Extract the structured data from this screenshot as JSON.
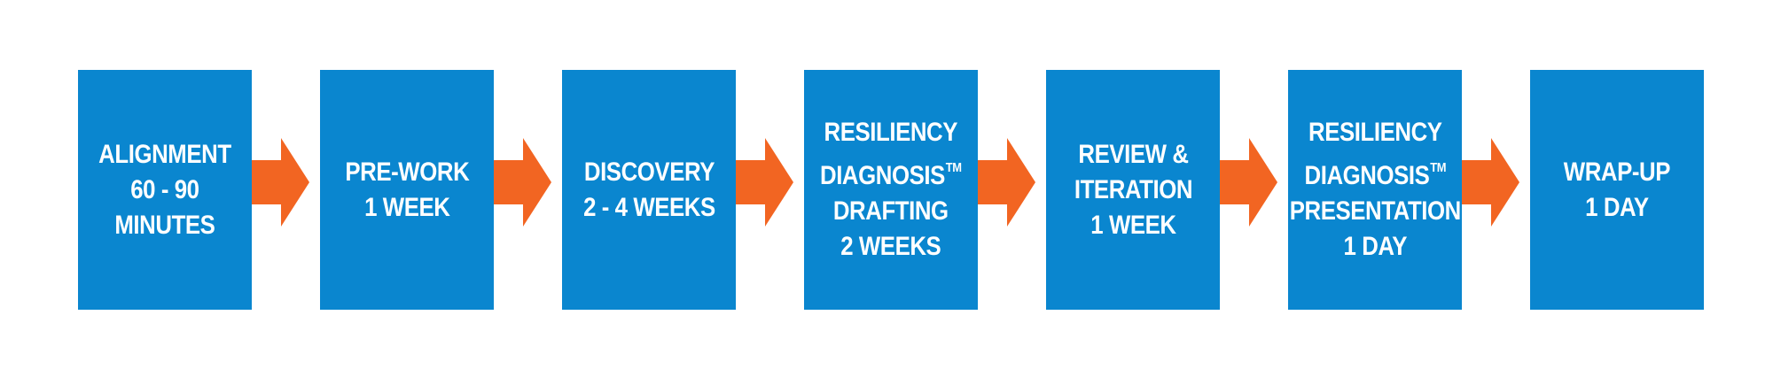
{
  "colors": {
    "box": "#0a86cf",
    "arrow": "#f26522",
    "text": "#ffffff"
  },
  "steps": [
    {
      "lines": [
        "ALIGNMENT",
        "60 - 90",
        "MINUTES"
      ]
    },
    {
      "lines": [
        "PRE-WORK",
        "1 WEEK"
      ]
    },
    {
      "lines": [
        "DISCOVERY",
        "2 - 4 WEEKS"
      ]
    },
    {
      "lines": [
        "RESILIENCY",
        "DIAGNOSIS",
        "DRAFTING",
        "2 WEEKS"
      ],
      "tm_line": 1,
      "tm": "TM"
    },
    {
      "lines": [
        "REVIEW &",
        "ITERATION",
        "1 WEEK"
      ]
    },
    {
      "lines": [
        "RESILIENCY",
        "DIAGNOSIS",
        "PRESENTATION",
        "1 DAY"
      ],
      "tm_line": 1,
      "tm": "TM"
    },
    {
      "lines": [
        "WRAP-UP",
        "1 DAY"
      ]
    }
  ],
  "arrow_icon": "right-arrow-icon"
}
